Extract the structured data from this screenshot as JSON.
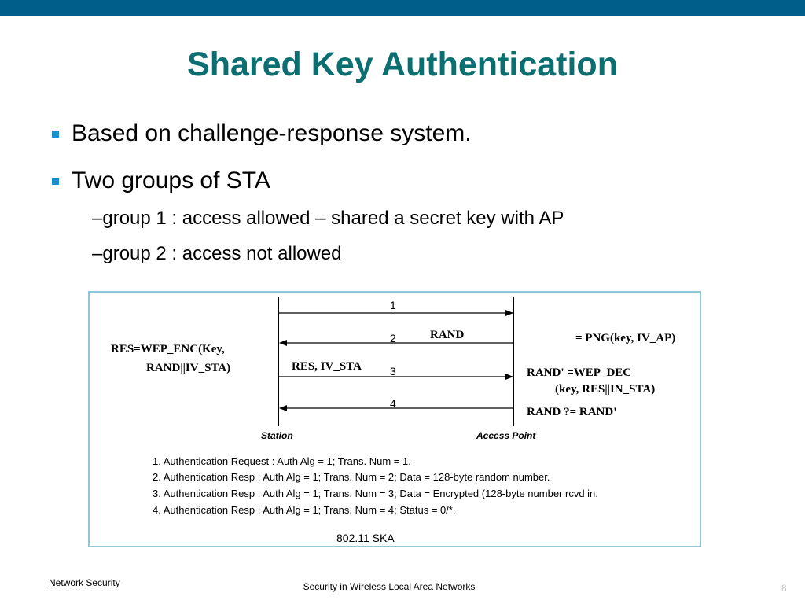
{
  "slide": {
    "title": "Shared Key Authentication",
    "bullets": [
      "Based on challenge-response system.",
      "Two groups of STA"
    ],
    "sub_bullets": [
      "–group 1 : access allowed – shared a secret key with AP",
      "–group 2 : access not allowed"
    ]
  },
  "diagram": {
    "station_label": "Station",
    "ap_label": "Access  Point",
    "arrow_numbers": [
      "1",
      "2",
      "3",
      "4"
    ],
    "rand_label": "RAND",
    "res_label": "RES, IV_STA",
    "left_eq_line1": "RES=WEP_ENC(Key,",
    "left_eq_line2": "RAND||IV_STA)",
    "right_eq1": "= PNG(key, IV_AP)",
    "right_eq2_line1": "RAND' =WEP_DEC",
    "right_eq2_line2": "(key, RES||IN_STA)",
    "right_eq3": "RAND ?= RAND'",
    "legend": [
      "1. Authentication Request : Auth Alg = 1; Trans. Num = 1.",
      "2. Authentication Resp : Auth Alg = 1; Trans. Num = 2; Data = 128-byte  random  number.",
      "3. Authentication Resp : Auth Alg = 1; Trans. Num = 3; Data = Encrypted (128-byte number rcvd in.",
      "4. Authentication Resp : Auth Alg = 1; Trans. Num = 4; Status = 0/*."
    ],
    "caption": "802.11  SKA"
  },
  "footer": {
    "left": "Network Security",
    "center": "Security  in  Wireless  Local  Area Networks",
    "page": "8"
  },
  "colors": {
    "top_bar": "#005f8a",
    "title": "#0b6f72",
    "bullet": "#1a8fd0",
    "figure_border": "#8ec6dc"
  }
}
